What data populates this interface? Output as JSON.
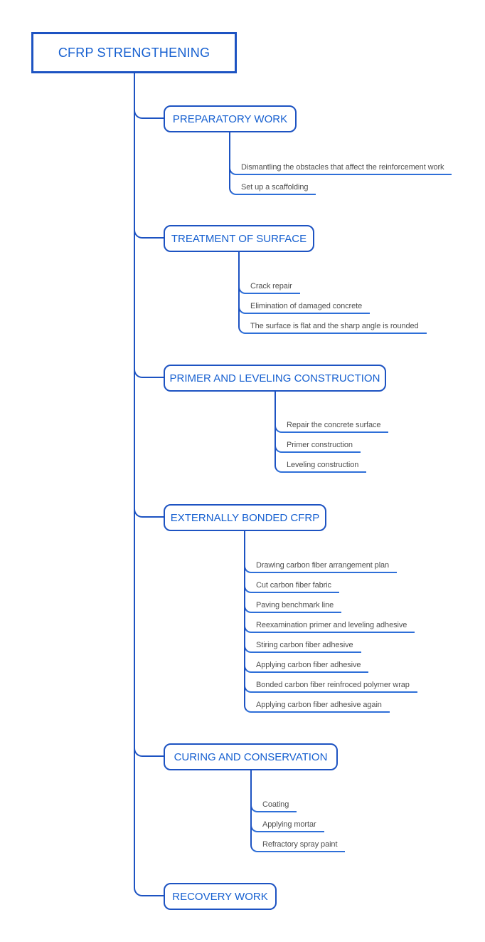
{
  "diagram": {
    "root": {
      "label": "CFRP STRENGTHENING"
    },
    "topics": [
      {
        "label": "PREPARATORY WORK",
        "children": [
          "Dismantling the obstacles that affect the reinforcement work",
          "Set up a scaffolding"
        ]
      },
      {
        "label": "TREATMENT OF SURFACE",
        "children": [
          "Crack repair",
          "Elimination of damaged concrete",
          "The surface is flat and the sharp angle is rounded"
        ]
      },
      {
        "label": "PRIMER AND LEVELING CONSTRUCTION",
        "children": [
          "Repair the concrete surface",
          "Primer construction",
          "Leveling construction"
        ]
      },
      {
        "label": "EXTERNALLY BONDED CFRP",
        "children": [
          "Drawing carbon fiber arrangement plan",
          "Cut carbon fiber fabric",
          "Paving benchmark line",
          "Reexamination primer and leveling adhesive",
          "Stiring carbon fiber adhesive",
          "Applying carbon fiber adhesive",
          "Bonded carbon fiber reinfroced polymer wrap",
          "Applying carbon fiber adhesive again"
        ]
      },
      {
        "label": "CURING AND CONSERVATION",
        "children": [
          "Coating",
          "Applying mortar",
          "Refractory spray paint"
        ]
      },
      {
        "label": "RECOVERY WORK",
        "children": []
      }
    ],
    "colors": {
      "branch_line": "#1d53c2",
      "topic_text": "#155fd0",
      "subtopic_text": "#4f4f4f",
      "subtopic_underline": "#2e6fd8"
    }
  }
}
